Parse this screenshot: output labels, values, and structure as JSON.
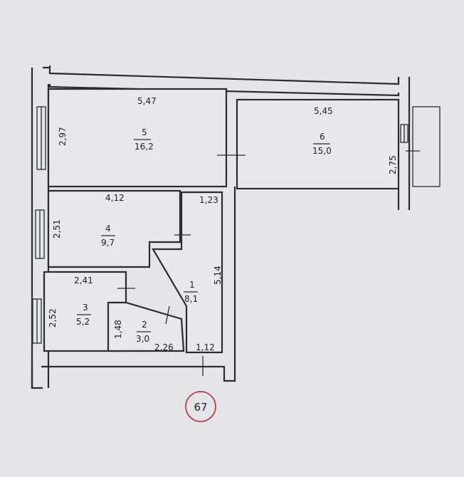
{
  "plan_number": "67",
  "rooms": [
    {
      "number": "1",
      "area": "8,1"
    },
    {
      "number": "2",
      "area": "3,0"
    },
    {
      "number": "3",
      "area": "5,2"
    },
    {
      "number": "4",
      "area": "9,7"
    },
    {
      "number": "5",
      "area": "16,2"
    },
    {
      "number": "6",
      "area": "15,0"
    }
  ],
  "dimensions": {
    "room5_width": "5,47",
    "room5_height": "2,97",
    "room6_width": "5,45",
    "room6_height": "2,75",
    "room4_width": "4,12",
    "room4_height": "2,51",
    "corridor_top": "1,23",
    "corridor_length": "5,14",
    "room3_width": "2,41",
    "room3_height": "2,52",
    "room2_height": "1,48",
    "room2_width": "2,26",
    "corridor_bottom": "1,12"
  },
  "colors": {
    "paper": "#e3e5e9",
    "ink": "#2a2c30",
    "stamp": "#c0394a"
  }
}
